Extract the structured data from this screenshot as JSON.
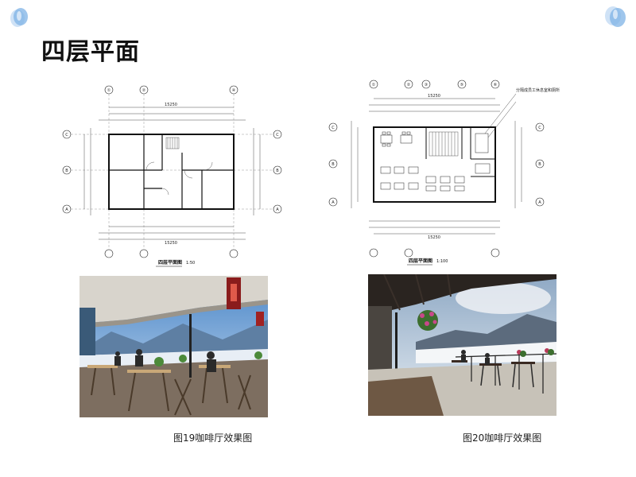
{
  "page": {
    "title": "四层平面"
  },
  "plans": {
    "left": {
      "label": "四层平面图",
      "scale": "1:50",
      "grid_numbers": [
        "①",
        "②",
        "④"
      ],
      "grid_letters": [
        "C",
        "B",
        "A"
      ],
      "total_width": "15250"
    },
    "right": {
      "label": "四层平面图",
      "scale": "1:100",
      "grid_numbers": [
        "①",
        "②",
        "③",
        "⑤",
        "⑥"
      ],
      "grid_letters": [
        "C",
        "B",
        "A"
      ],
      "total_width": "15250",
      "annotation": "分隔成员工休息室和厕所"
    }
  },
  "captions": {
    "fig19": "图19咖啡厅效果图",
    "fig20": "图20咖啡厅效果图"
  },
  "colors": {
    "accent_blue": "#7fb3e6",
    "accent_light": "#cfe2f6",
    "line": "#222222"
  }
}
